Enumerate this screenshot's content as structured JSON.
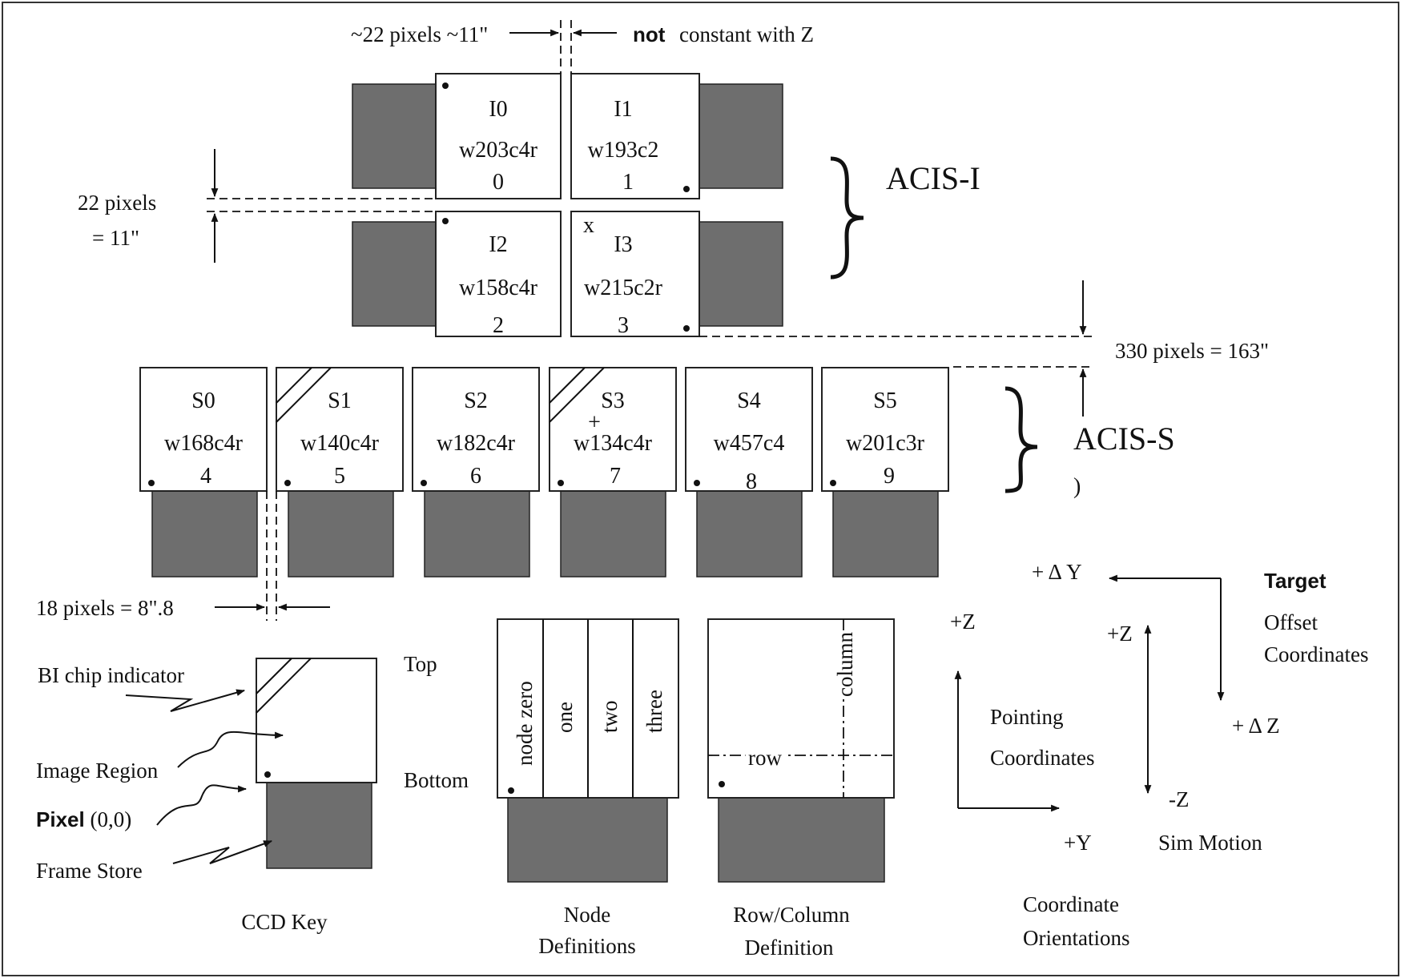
{
  "acis_i": {
    "label": "ACIS-I",
    "chips": [
      {
        "name": "I0",
        "serial": "w203c4r",
        "id": "0"
      },
      {
        "name": "I1",
        "serial": "w193c2",
        "id": "1"
      },
      {
        "name": "I2",
        "serial": "w158c4r",
        "id": "2"
      },
      {
        "name": "I3",
        "serial": "w215c2r",
        "id": "3"
      }
    ],
    "mark_x": "x"
  },
  "acis_s": {
    "label": "ACIS-S",
    "chips": [
      {
        "name": "S0",
        "serial": "w168c4r",
        "id": "4",
        "bi": false
      },
      {
        "name": "S1",
        "serial": "w140c4r",
        "id": "5",
        "bi": true
      },
      {
        "name": "S2",
        "serial": "w182c4r",
        "id": "6",
        "bi": false
      },
      {
        "name": "S3",
        "serial": "w134c4r",
        "id": "7",
        "bi": true
      },
      {
        "name": "S4",
        "serial": "w457c4",
        "id": "8",
        "bi": false
      },
      {
        "name": "S5",
        "serial": "w201c3r",
        "id": "9",
        "bi": false
      }
    ],
    "aimpoint": "+",
    "stray_mark": ")"
  },
  "dimensions": {
    "top_gap": "~22 pixels ~11\"",
    "top_not": "not",
    "top_rest": "constant with Z",
    "left_gap_1": "22 pixels",
    "left_gap_2": "= 11\"",
    "right_gap": "330 pixels = 163\"",
    "s_gap": "18 pixels = 8\".8"
  },
  "ccd_key": {
    "bi_indicator": "BI chip indicator",
    "image_region": "Image Region",
    "pixel_bold": "Pixel",
    "pixel_rest": " (0,0)",
    "frame_store": "Frame Store",
    "top": "Top",
    "bottom": "Bottom",
    "caption": "CCD Key"
  },
  "node_definitions": {
    "nodes": [
      "node zero",
      "one",
      "two",
      "three"
    ],
    "caption_1": "Node",
    "caption_2": "Definitions"
  },
  "row_column": {
    "row": "row",
    "column": "column",
    "caption_1": "Row/Column",
    "caption_2": "Definition"
  },
  "coordinates": {
    "pointing_z": "+Z",
    "pointing_y": "+Y",
    "pointing_1": "Pointing",
    "pointing_2": "Coordinates",
    "sim_plus_z": "+Z",
    "sim_minus_z": "-Z",
    "sim_label": "Sim Motion",
    "target_dy": "+ Δ Y",
    "target_dz": "+ Δ Z",
    "target_1": "Target",
    "target_2": "Offset",
    "target_3": "Coordinates",
    "caption_1": "Coordinate",
    "caption_2": "Orientations"
  }
}
